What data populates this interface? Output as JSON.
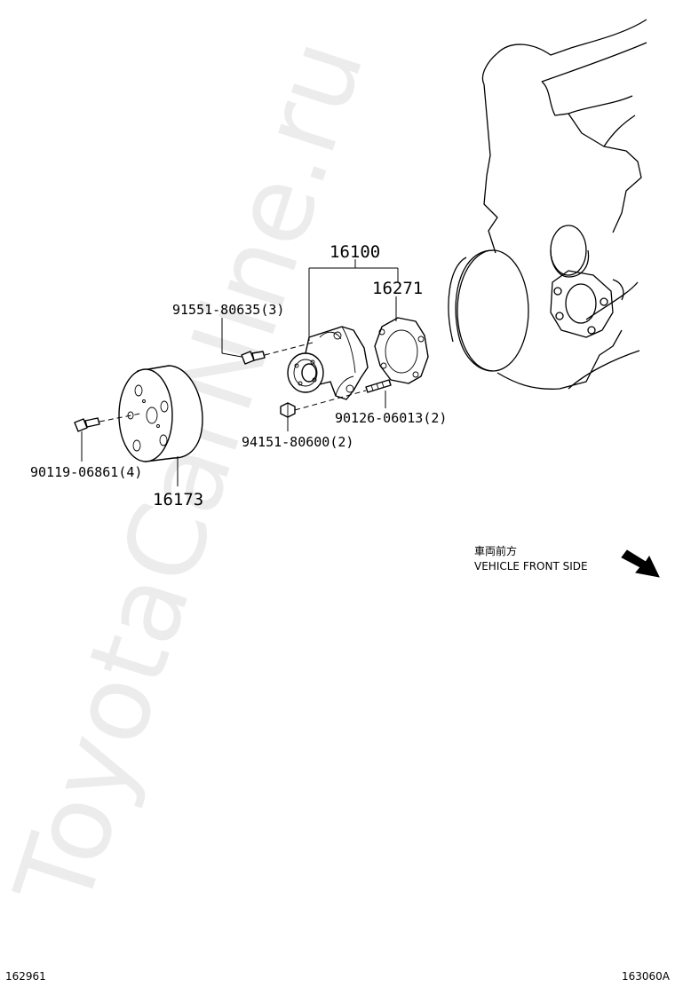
{
  "watermark": "ToyotaCarNine.ru",
  "parts": {
    "water_pump_assy": "16100",
    "gasket": "16271",
    "bolt_pump": "91551-80635(3)",
    "stud": "90126-06013(2)",
    "nut": "94151-80600(2)",
    "bolt_pulley": "90119-06861(4)",
    "pulley": "16173"
  },
  "direction": {
    "japanese": "車両前方",
    "english": "VEHICLE FRONT SIDE"
  },
  "footer": {
    "left_code": "162961",
    "right_code": "163060A"
  }
}
